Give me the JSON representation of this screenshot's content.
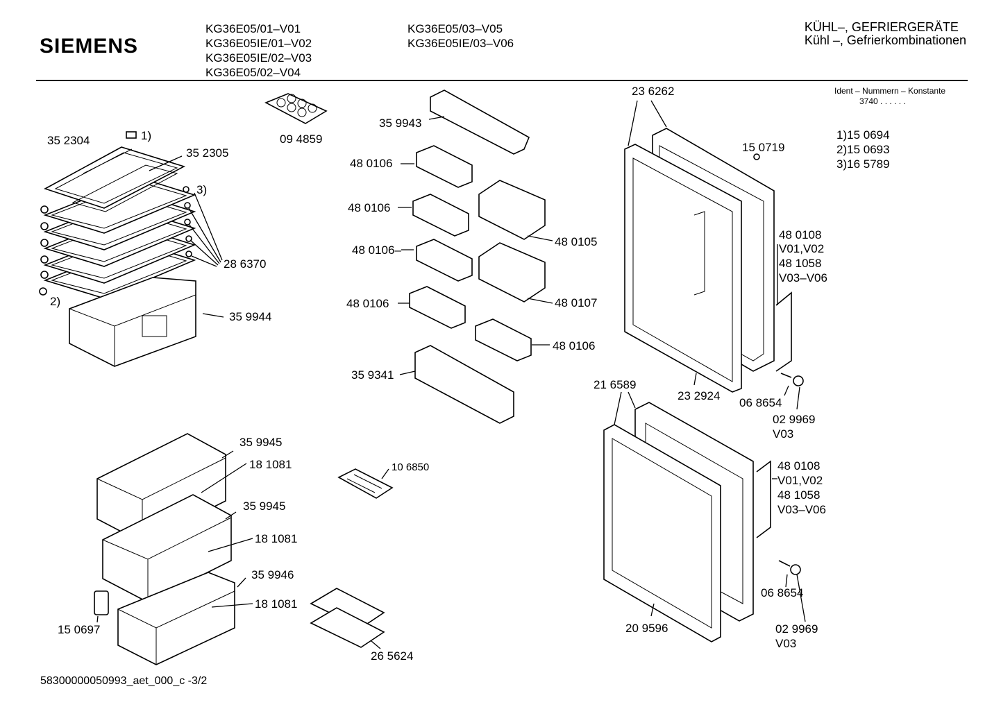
{
  "header": {
    "brand": "SIEMENS",
    "models_col1": [
      "KG36E05/01–V01",
      "KG36E05IE/01–V02",
      "KG36E05IE/02–V03",
      "KG36E05/02–V04"
    ],
    "models_col2": [
      "KG36E05/03–V05",
      "KG36E05IE/03–V06"
    ],
    "category_line1": "KÜHL–, GEFRIERGERÄTE",
    "category_line2": "Kühl –, Gefrierkombinationen"
  },
  "ident": {
    "title": "Ident – Nummern – Konstante",
    "value": "3740 . .   . . . ."
  },
  "notes": [
    "1)15 0694",
    "2)15 0693",
    "3)16 5789"
  ],
  "labels": {
    "p352304": "35 2304",
    "p352305": "35 2305",
    "n1": "1)",
    "n2": "2)",
    "n3": "3)",
    "p286370": "28 6370",
    "p359944": "35 9944",
    "p094859": "09 4859",
    "p359943": "35 9943",
    "p480106a": "48 0106",
    "p480106b": "48 0106",
    "p480106c": "48 0106–",
    "p480106d": "48 0106",
    "p480106e": "48 0106",
    "p480105": "48 0105",
    "p480107": "48 0107",
    "p359341": "35 9341",
    "p236262": "23 6262",
    "p150719": "15 0719",
    "p480108a": "48 0108",
    "v0102a": "V01,V02",
    "p481058a": "48 1058",
    "v0306a": "V03–V06",
    "p232924": "23 2924",
    "p068654a": "06 8654",
    "p029969a": "02 9969",
    "v03a": "V03",
    "p216589": "21 6589",
    "p480108b": "48 0108",
    "v0102b": "V01,V02",
    "p481058b": "48 1058",
    "v0306b": "V03–V06",
    "p068654b": "06 8654",
    "p029969b": "02 9969",
    "v03b": "V03",
    "p209596": "20 9596",
    "p359945a": "35 9945",
    "p181081a": "18 1081",
    "p359945b": "35 9945",
    "p181081b": "18 1081",
    "p359946": "35 9946",
    "p181081c": "18 1081",
    "p150697": "15 0697",
    "p106850": "10 6850",
    "p265624": "26 5624"
  },
  "footer": "58300000050993_aet_000_c   -3/2"
}
